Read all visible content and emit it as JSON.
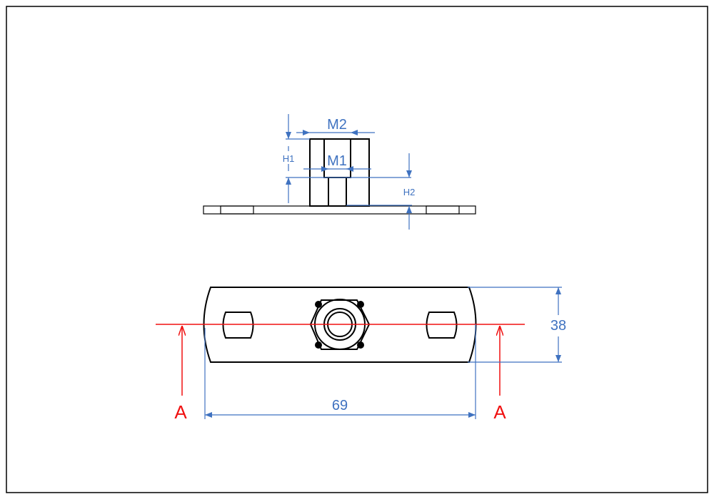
{
  "drawing": {
    "section_view": {
      "labels": {
        "m2": "M2",
        "m1": "M1",
        "h1": "H1",
        "h2": "H2"
      }
    },
    "plan_view": {
      "dimensions": {
        "length": "69",
        "width": "38"
      },
      "section_marks": {
        "left": "A",
        "right": "A"
      }
    },
    "colors": {
      "dimension": "#3f72c0",
      "section_line": "#f01010",
      "outline": "#000000"
    }
  }
}
